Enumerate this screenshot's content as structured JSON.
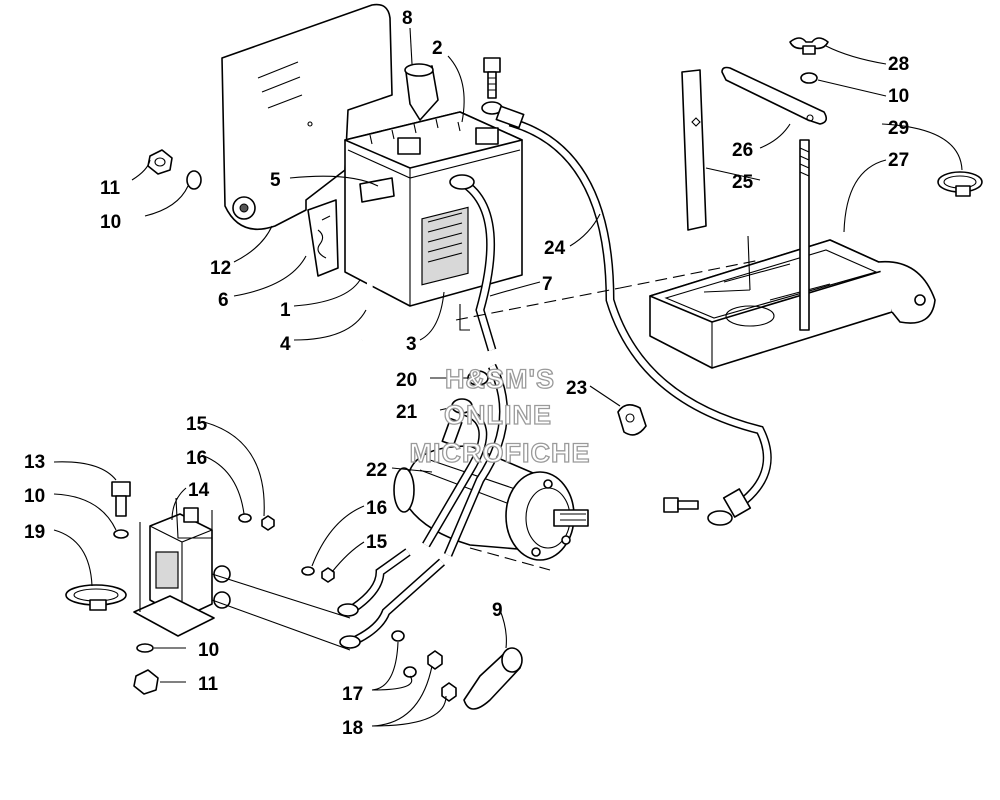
{
  "watermark": {
    "line1": "H&SM'S",
    "line2": "ONLINE",
    "line3": "MICROFICHE"
  },
  "callouts": {
    "c1": "1",
    "c2": "2",
    "c3": "3",
    "c4": "4",
    "c5": "5",
    "c6": "6",
    "c7": "7",
    "c8": "8",
    "c9": "9",
    "c10a": "10",
    "c10b": "10",
    "c10c": "10",
    "c10d": "10",
    "c11a": "11",
    "c11b": "11",
    "c12": "12",
    "c13": "13",
    "c14": "14",
    "c15a": "15",
    "c15b": "15",
    "c16a": "16",
    "c16b": "16",
    "c17": "17",
    "c18": "18",
    "c19": "19",
    "c20": "20",
    "c21": "21",
    "c22": "22",
    "c23": "23",
    "c24": "24",
    "c25": "25",
    "c26": "26",
    "c27": "27",
    "c28": "28",
    "c29": "29"
  },
  "icons": {
    "battery": "battery-icon",
    "starter_motor": "starter-motor-icon",
    "solenoid": "solenoid-icon",
    "battery_tray": "battery-tray-icon",
    "cable_tie": "cable-tie-icon"
  }
}
